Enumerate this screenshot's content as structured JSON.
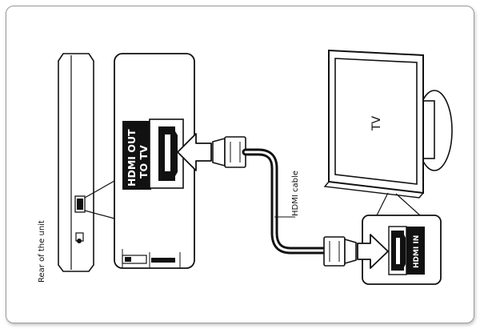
{
  "labels": {
    "rear_of_unit": "Rear of the unit",
    "hdmi_out_line1": "HDMI OUT",
    "hdmi_out_line2": "TO TV",
    "hdmi_cable": "HDMI cable",
    "tv": "TV",
    "hdmi_in": "HDMI IN"
  }
}
